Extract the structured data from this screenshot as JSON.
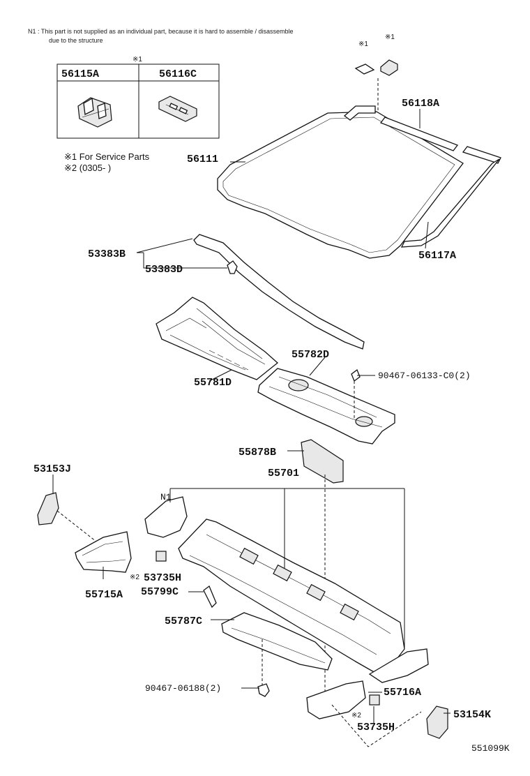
{
  "notes": {
    "n1_line1": "N1 :  This part is not supplied as an individual part, because it is hard to assemble / disassemble",
    "n1_line2": "due to the structure"
  },
  "legend": {
    "mark_header": "※1",
    "line1": "※1 For Service Parts",
    "line2": "※2 (0305-          )"
  },
  "table": {
    "col1": "56115A",
    "col2": "56116C"
  },
  "marks": {
    "m1a": "※1",
    "m1b": "※1",
    "m2a": "※2",
    "m2b": "※2",
    "n1": "N1"
  },
  "parts": {
    "p56118A": "56118A",
    "p56111": "56111",
    "p56117A": "56117A",
    "p53383B": "53383B",
    "p53383D": "53383D",
    "p55782D": "55782D",
    "p90467_06133": "90467-06133-C0(2)",
    "p55781D": "55781D",
    "p55878B": "55878B",
    "p53153J": "53153J",
    "p55701": "55701",
    "p53735H_a": "53735H",
    "p55715A": "55715A",
    "p55799C": "55799C",
    "p55787C": "55787C",
    "p90467_06188": "90467-06188(2)",
    "p55716A": "55716A",
    "p53154K": "53154K",
    "p53735H_b": "53735H"
  },
  "figure_id": "551099K"
}
